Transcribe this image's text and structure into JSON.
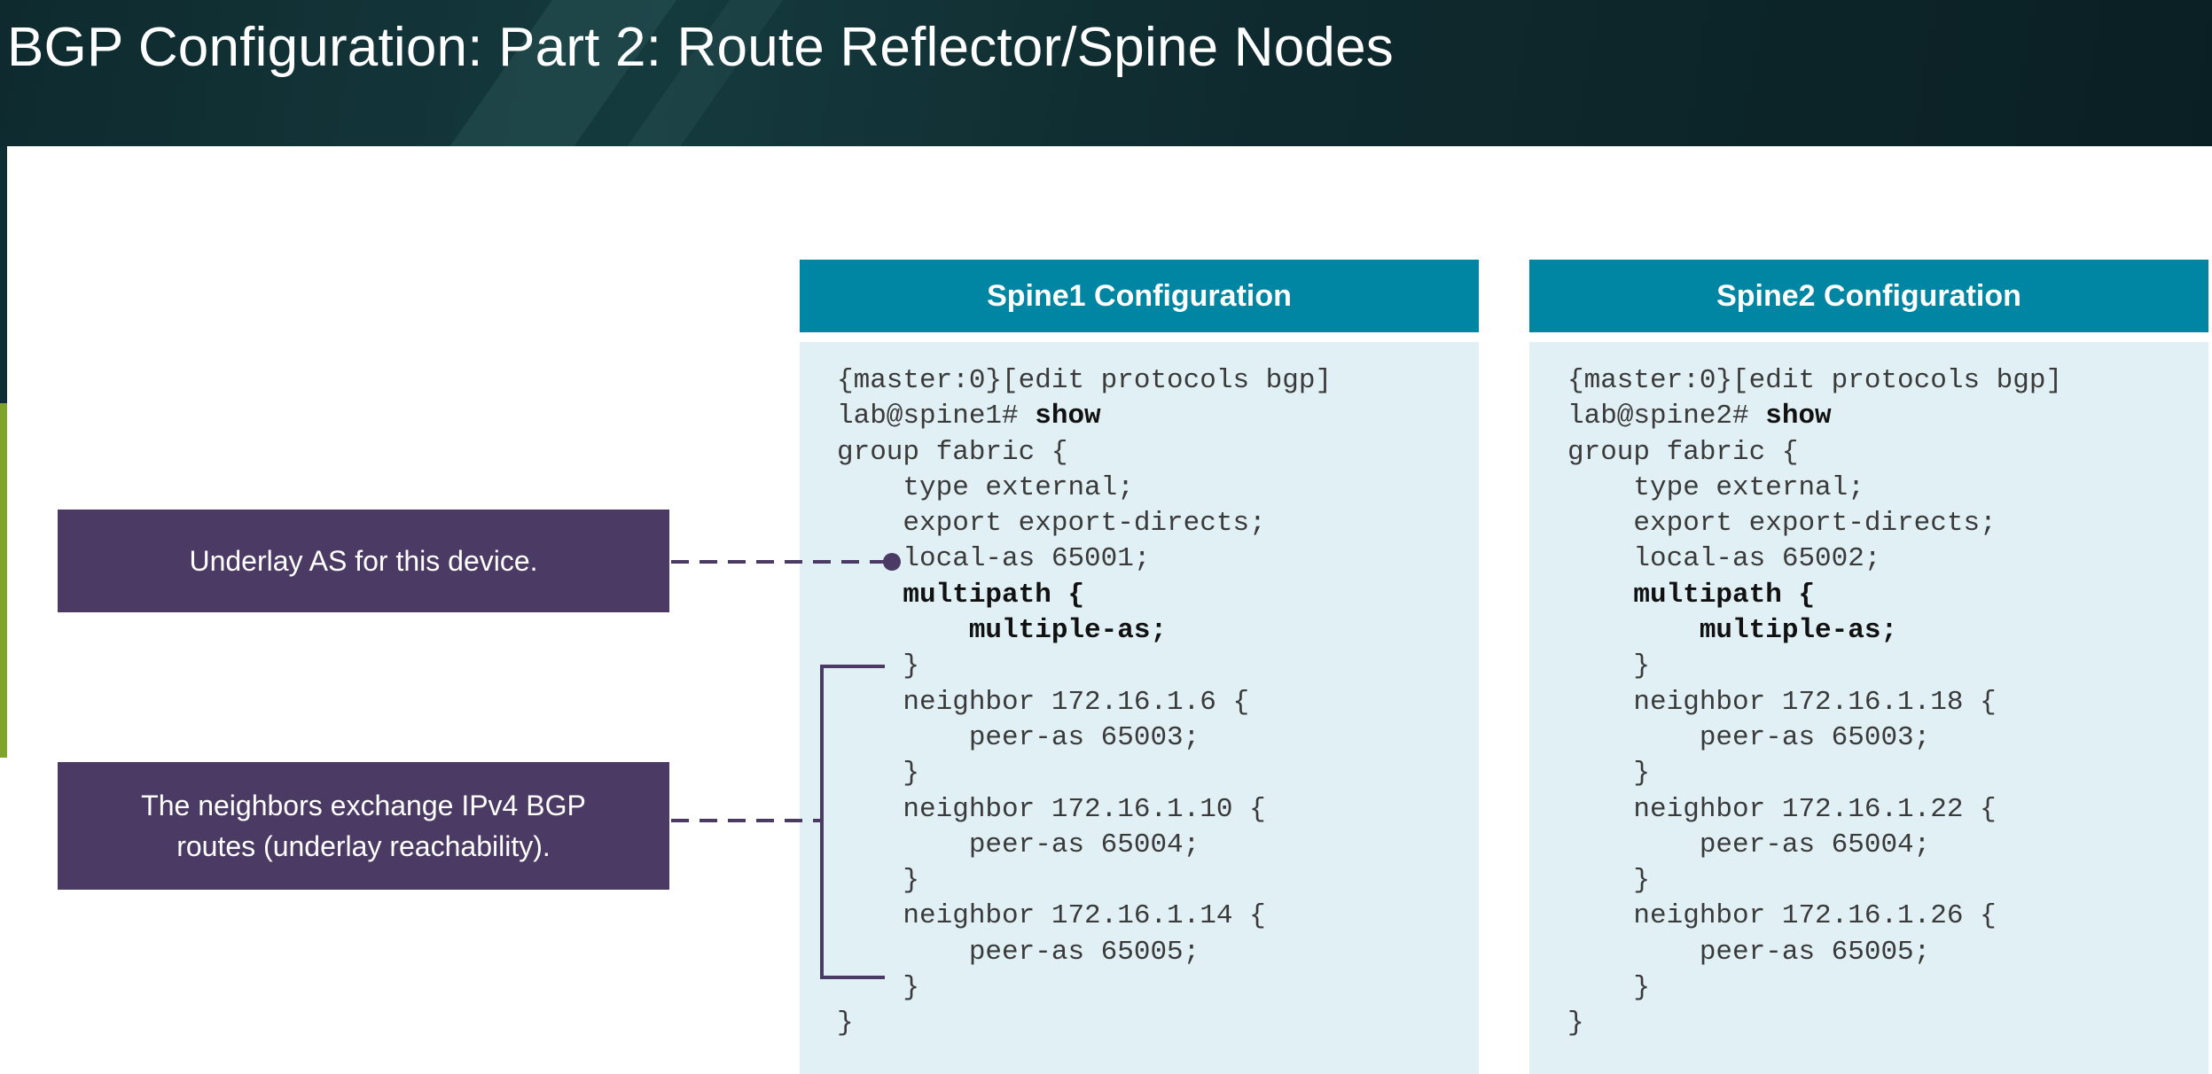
{
  "slide": {
    "title": "BGP Configuration: Part 2: Route Reflector/Spine Nodes"
  },
  "callouts": {
    "underlay_as": "Underlay AS for this device.",
    "neighbors_line1": "The neighbors exchange IPv4 BGP",
    "neighbors_line2": "routes (underlay reachability)."
  },
  "spine1": {
    "header": "Spine1 Configuration",
    "lines": {
      "l1": "{master:0}[edit protocols bgp]",
      "l2_prompt": "lab@spine1# ",
      "l2_cmd": "show",
      "l3": "group fabric {",
      "l4": "    type external;",
      "l5": "    export export-directs;",
      "l6": "    local-as 65001;",
      "l7": "    multipath {",
      "l8": "        multiple-as;",
      "l9": "    }",
      "l10": "    neighbor 172.16.1.6 {",
      "l11": "        peer-as 65003;",
      "l12": "    }",
      "l13": "    neighbor 172.16.1.10 {",
      "l14": "        peer-as 65004;",
      "l15": "    }",
      "l16": "    neighbor 172.16.1.14 {",
      "l17": "        peer-as 65005;",
      "l18": "    }",
      "l19": "}"
    }
  },
  "spine2": {
    "header": "Spine2 Configuration",
    "lines": {
      "l1": "{master:0}[edit protocols bgp]",
      "l2_prompt": "lab@spine2# ",
      "l2_cmd": "show",
      "l3": "group fabric {",
      "l4": "    type external;",
      "l5": "    export export-directs;",
      "l6": "    local-as 65002;",
      "l7": "    multipath {",
      "l8": "        multiple-as;",
      "l9": "    }",
      "l10": "    neighbor 172.16.1.18 {",
      "l11": "        peer-as 65003;",
      "l12": "    }",
      "l13": "    neighbor 172.16.1.22 {",
      "l14": "        peer-as 65004;",
      "l15": "    }",
      "l16": "    neighbor 172.16.1.26 {",
      "l17": "        peer-as 65005;",
      "l18": "    }",
      "l19": "}"
    }
  },
  "colors": {
    "header_teal": "#0086a2",
    "panel_bg": "#e1f0f5",
    "callout_purple": "#4b3b64",
    "connector": "#4b3b64"
  }
}
